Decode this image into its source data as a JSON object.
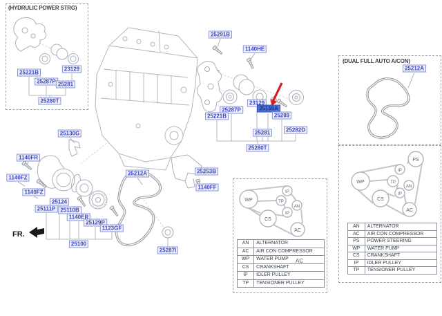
{
  "hydraulic_box": {
    "title": "(HYDRULIC POWER STRG)"
  },
  "dual_box": {
    "title": "(DUAL FULL AUTO A/CON)"
  },
  "fr_label": "FR.",
  "selected_part": "25155A",
  "part_labels": [
    {
      "text": "25221B"
    },
    {
      "text": "25287P"
    },
    {
      "text": "23129"
    },
    {
      "text": "25281"
    },
    {
      "text": "25280T"
    },
    {
      "text": "25291B"
    },
    {
      "text": "1140HE"
    },
    {
      "text": "23129"
    },
    {
      "text": "25155A",
      "highlighted": true
    },
    {
      "text": "25289"
    },
    {
      "text": "25287P"
    },
    {
      "text": "25221B"
    },
    {
      "text": "25281"
    },
    {
      "text": "25282D"
    },
    {
      "text": "25280T"
    },
    {
      "text": "25130G"
    },
    {
      "text": "1140FR"
    },
    {
      "text": "1140FZ"
    },
    {
      "text": "1140FZ"
    },
    {
      "text": "25124"
    },
    {
      "text": "25111P"
    },
    {
      "text": "25110B"
    },
    {
      "text": "1140ER"
    },
    {
      "text": "25129P"
    },
    {
      "text": "1123GF"
    },
    {
      "text": "25100"
    },
    {
      "text": "25212A"
    },
    {
      "text": "25253B"
    },
    {
      "text": "1140FF"
    },
    {
      "text": "25287I"
    },
    {
      "text": "25212A"
    }
  ],
  "diagram_small": {
    "pulleys": [
      "WP",
      "IP",
      "TP",
      "AN",
      "IP",
      "CS",
      "AC"
    ],
    "stray_label": "AC"
  },
  "diagram_right": {
    "pulleys": [
      "PS",
      "IP",
      "WP",
      "TP",
      "AN",
      "IP",
      "CS",
      "AC"
    ]
  },
  "legend_small": {
    "rows": [
      [
        "AN",
        "ALTERNATOR"
      ],
      [
        "AC",
        "AIR CON COMPRESSOR"
      ],
      [
        "WP",
        "WATER PUMP"
      ],
      [
        "CS",
        "CRANKSHAFT"
      ],
      [
        "IP",
        "IDLER PULLEY"
      ],
      [
        "TP",
        "TENSIONER PULLEY"
      ]
    ]
  },
  "legend_right": {
    "rows": [
      [
        "AN",
        "ALTERNATOR"
      ],
      [
        "AC",
        "AIR CON COMPRESSOR"
      ],
      [
        "PS",
        "POWER STEERING"
      ],
      [
        "WP",
        "WATER PUMP"
      ],
      [
        "CS",
        "CRANKSHAFT"
      ],
      [
        "IP",
        "IDLER PULLEY"
      ],
      [
        "TP",
        "TENSIONER PULLEY"
      ]
    ]
  },
  "colors": {
    "label_text": "#3a46c0",
    "label_bg": "#eef0fc",
    "label_border": "#8a93d8",
    "highlight_bg": "#4f79e0",
    "highlight_text": "#182a80",
    "arrow_red": "#d42020",
    "line_art": "#a9aeb8"
  }
}
